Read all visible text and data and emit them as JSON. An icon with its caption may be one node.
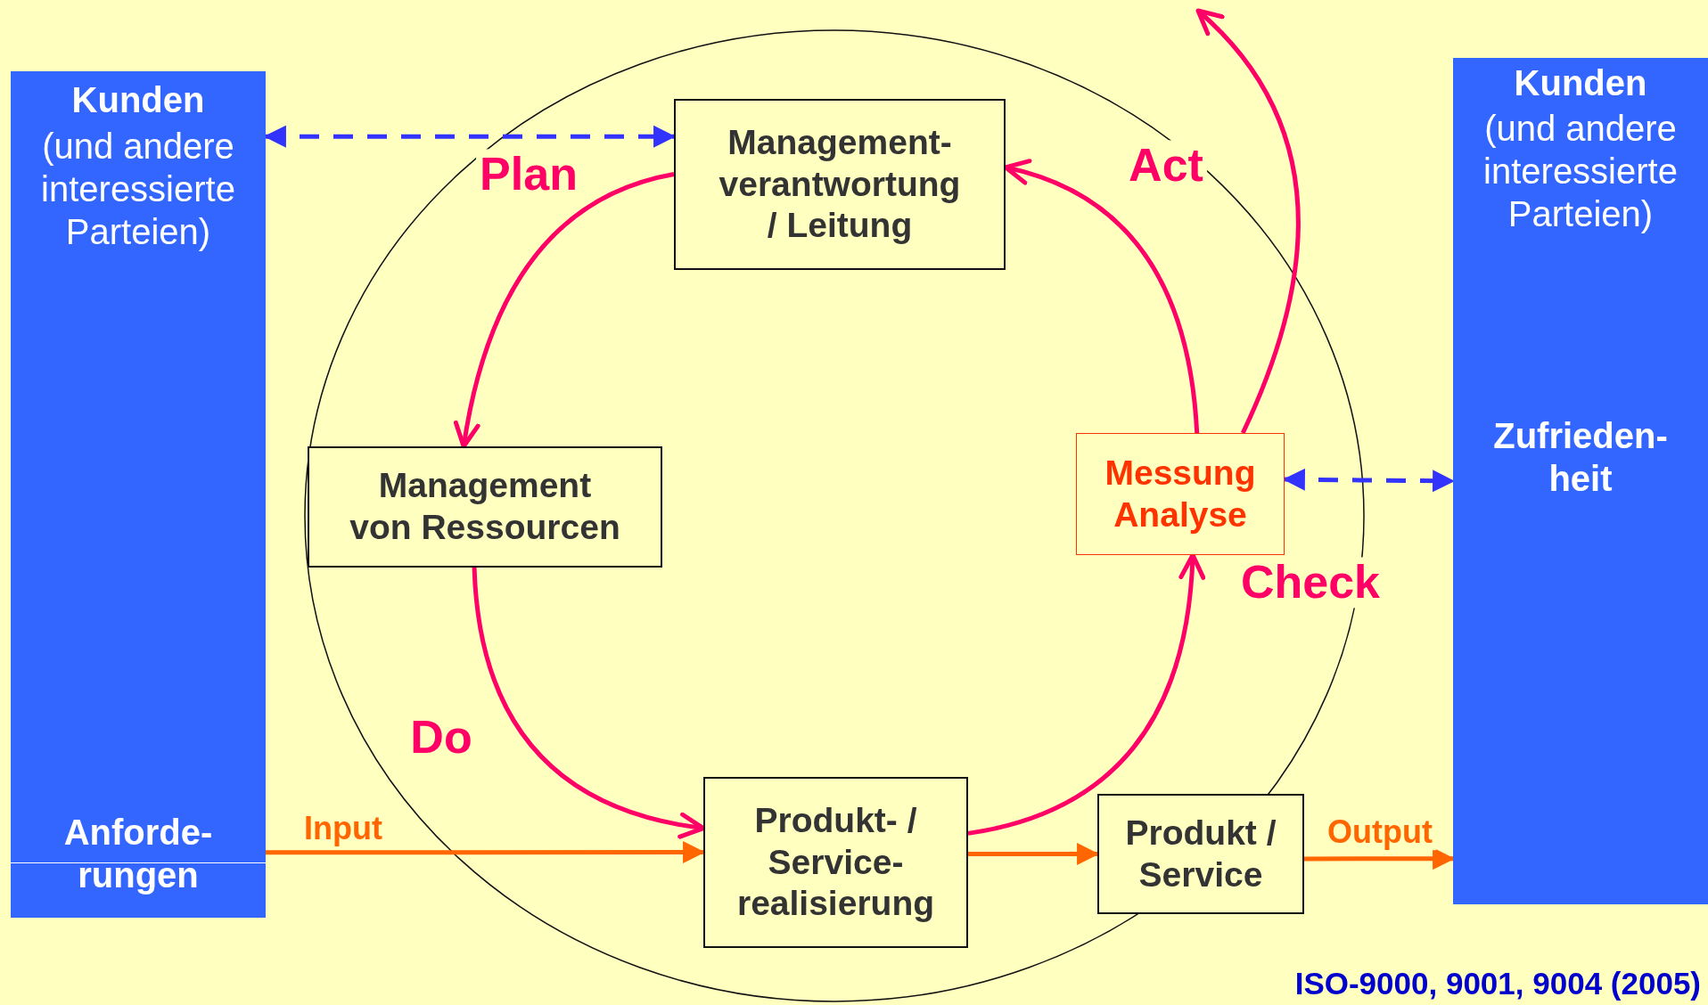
{
  "diagram": {
    "nodes": [
      {
        "text": [
          "Kunden",
          "(und andere interessierte Parteien)",
          "Anforde- rungen"
        ]
      },
      {
        "text": [
          "Kunden",
          "(und andere interessierte Parteien)",
          "Zufrieden- heit"
        ]
      },
      {
        "text": [
          "Management- verantwortung / Leitung"
        ]
      },
      {
        "text": [
          "Management von Ressourcen"
        ]
      },
      {
        "text": [
          "Messung Analyse"
        ]
      },
      {
        "text": [
          "Produkt- / Service- realisierung"
        ]
      },
      {
        "text": [
          "Produkt / Service"
        ]
      }
    ],
    "edges": [
      {
        "from": 0,
        "to": 2,
        "arrow": "both",
        "style": "dashed",
        "color": "#3333ff"
      },
      {
        "from": 2,
        "to": 3,
        "arrow": "to",
        "label": "Plan"
      },
      {
        "from": 3,
        "to": 5,
        "arrow": "to",
        "label": "Do"
      },
      {
        "from": 5,
        "to": 4,
        "arrow": "to",
        "label": "Check"
      },
      {
        "from": 4,
        "to": 2,
        "arrow": "to",
        "label": "Act"
      },
      {
        "from": 4,
        "to": null,
        "arrow": "to"
      },
      {
        "from": 4,
        "to": 1,
        "arrow": "both",
        "style": "dashed",
        "color": "#3333ff"
      },
      {
        "from": 0,
        "to": 5,
        "arrow": "to",
        "label": "Input",
        "color": "#ff6600"
      },
      {
        "from": 5,
        "to": 6,
        "arrow": "to",
        "color": "#ff6600"
      },
      {
        "from": 6,
        "to": 1,
        "arrow": "to",
        "label": "Output",
        "color": "#ff6600"
      }
    ],
    "labels": [
      "ISO-9000, 9001, 9004 (2005)"
    ]
  }
}
